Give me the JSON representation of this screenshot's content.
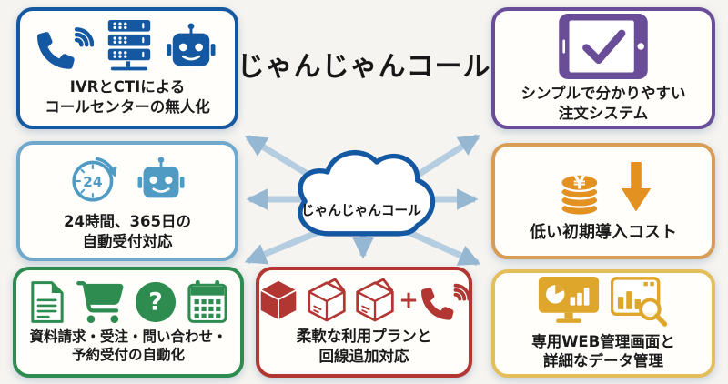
{
  "title": "じゃんじゃんコール",
  "cloud_label": "じゃんじゃんコール",
  "glyphs": {
    "clock_hours": "24",
    "yen": "¥",
    "question": "?",
    "plus": "+"
  },
  "colors": {
    "background": "#f6f4f0",
    "box_fill": "#fffefb",
    "blue": "#1558a2",
    "light_blue": "#4f9bc4",
    "purple": "#6a4d99",
    "orange": "#e39120",
    "tan_border": "#d89c55",
    "green": "#2f8c50",
    "red": "#b23732",
    "gold": "#dfa62c",
    "gold_border": "#e5be5c",
    "arrow": "#b5cde1",
    "arrow_head": "#96b7d2",
    "text": "#1a1a1a"
  },
  "boxes": [
    {
      "id": "ivr-cti",
      "caption": "IVRとCTIによる\nコールセンターの無人化",
      "accent": "#1558a2",
      "icons": [
        "phone-volume",
        "server-rack",
        "robot-head"
      ]
    },
    {
      "id": "order-system",
      "caption": "シンプルで分かりやすい\n注文システム",
      "accent": "#6a4d99",
      "icons": [
        "tablet-check"
      ]
    },
    {
      "id": "always-on",
      "caption": "24時間、365日の\n自動受付対応",
      "accent": "#4f9bc4",
      "icons": [
        "clock-24",
        "robot-head"
      ]
    },
    {
      "id": "low-cost",
      "caption": "低い初期導入コスト",
      "accent": "#e39120",
      "icons": [
        "coin-stack-yen",
        "down-arrow"
      ]
    },
    {
      "id": "automation",
      "caption": "資料請求・受注・問い合わせ・\n予約受付の自動化",
      "accent": "#2f8c50",
      "icons": [
        "document",
        "shopping-cart",
        "question-circle",
        "calendar"
      ]
    },
    {
      "id": "flexible-plan",
      "caption": "柔軟な利用プランと\n回線追加対応",
      "accent": "#b23732",
      "icons": [
        "cube",
        "parcel-box",
        "parcel-box",
        "plus",
        "phone-volume"
      ]
    },
    {
      "id": "web-admin",
      "caption": "専用WEB管理画面と\n詳細なデータ管理",
      "accent": "#dfa62c",
      "icons": [
        "monitor-charts",
        "chart-magnifier"
      ]
    }
  ]
}
